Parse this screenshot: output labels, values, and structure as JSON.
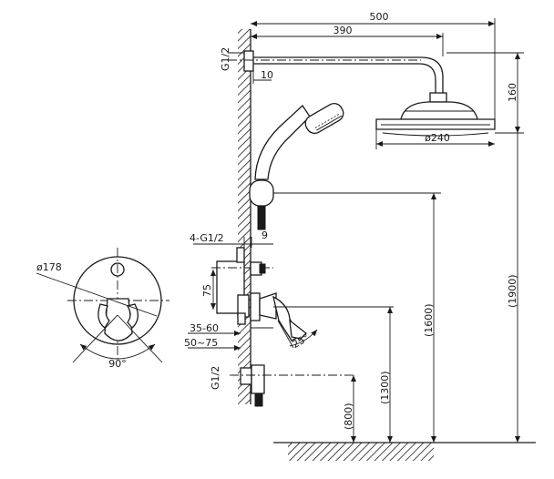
{
  "labels": {
    "width_500": "500",
    "arm_390": "390",
    "g12_top": "G1/2",
    "dim_10": "10",
    "dim_160": "160",
    "dia_240": "ø240",
    "dim_1900": "(1900)",
    "dim_1600": "(1600)",
    "g12_4": "4-G1/2",
    "dim_9": "9",
    "dia_178": "ø178",
    "dim_75": "75",
    "dim_35_60": "35-60",
    "dim_50_75": "50~75",
    "angle_25": "25°",
    "angle_90": "90°",
    "g12_bottom": "G1/2",
    "dim_1300": "(1300)",
    "dim_800": "(800)"
  }
}
